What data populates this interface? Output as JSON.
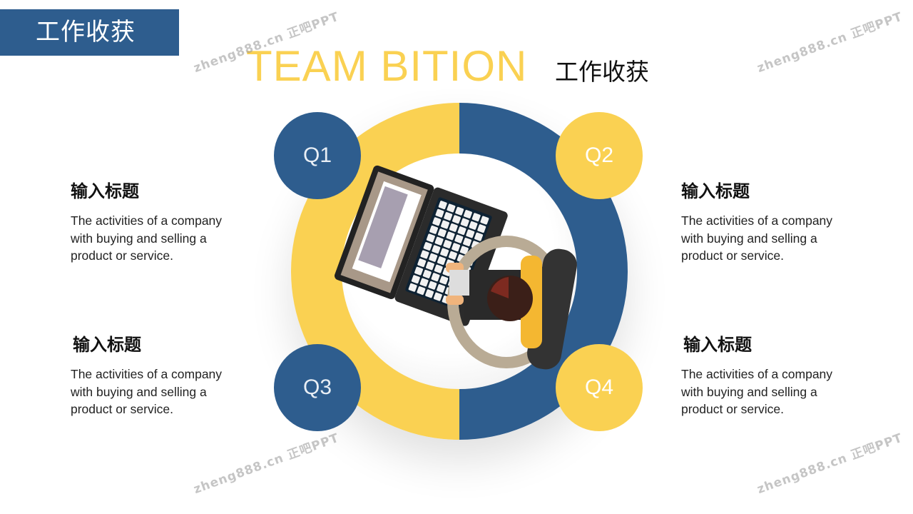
{
  "header": {
    "tag": "工作收获",
    "title": "TEAM BITION",
    "subtitle": "工作收获"
  },
  "quarters": [
    "Q1",
    "Q2",
    "Q3",
    "Q4"
  ],
  "blocks": [
    {
      "title": "输入标题",
      "body": "The activities of a company with buying and selling a product or service."
    },
    {
      "title": "输入标题",
      "body": "The activities of a company with buying and selling a product or service."
    },
    {
      "title": "输入标题",
      "body": "The activities of a company with buying and selling a product or service."
    },
    {
      "title": "输入标题",
      "body": "The activities of a company with buying and selling a product or service."
    }
  ],
  "watermark": "zheng888.cn 正吧PPT",
  "colors": {
    "blue": "#2E5D8E",
    "yellow": "#FAD152"
  }
}
